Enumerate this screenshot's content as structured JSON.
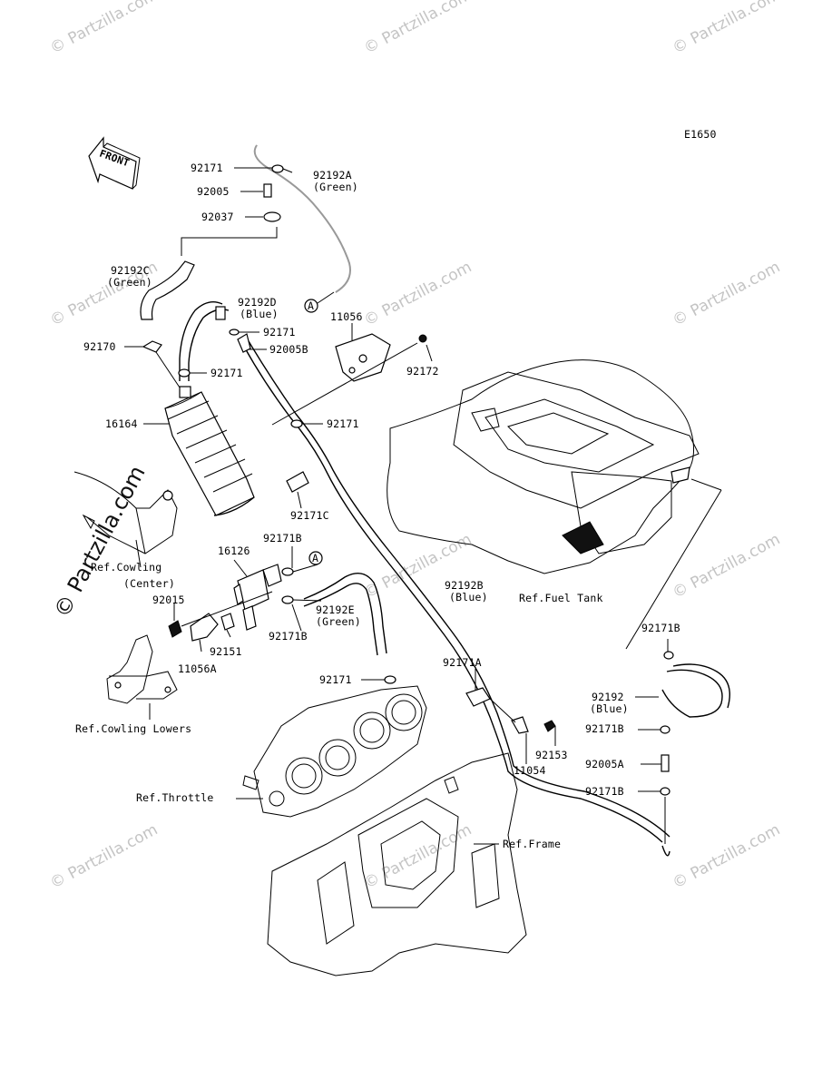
{
  "diagram_code": "E1650",
  "front_label": "FRONT",
  "circle_ref": "A",
  "watermark": "© Partzilla.com",
  "watermark_large": "© Partzilla.com",
  "labels": {
    "p92171_top": "92171",
    "p92192A": "92192A",
    "p92192A_color": "(Green)",
    "p92005": "92005",
    "p92037": "92037",
    "p92192C": "92192C",
    "p92192C_color": "(Green)",
    "p92192D": "92192D",
    "p92192D_color": "(Blue)",
    "p92171_mid": "92171",
    "p92005B": "92005B",
    "p11056": "11056",
    "p92172": "92172",
    "p92170": "92170",
    "p92171_can": "92171",
    "p16164": "16164",
    "p92171_hose": "92171",
    "p92171C": "92171C",
    "ref_cowling_center": "Ref.Cowling",
    "ref_cowling_center2": "(Center)",
    "p92171B_a": "92171B",
    "p16126": "16126",
    "p92015": "92015",
    "p92192E": "92192E",
    "p92192E_color": "(Green)",
    "p92171B_b": "92171B",
    "p92151": "92151",
    "p11056A": "11056A",
    "p92192B": "92192B",
    "p92192B_color": "(Blue)",
    "ref_fuel_tank": "Ref.Fuel Tank",
    "p92171B_r": "92171B",
    "p92171_low": "92171",
    "p92171A": "92171A",
    "p92192": "92192",
    "p92192_color": "(Blue)",
    "ref_cowling_lowers": "Ref.Cowling Lowers",
    "p92171B_r2": "92171B",
    "p92153": "92153",
    "p92005A": "92005A",
    "p11054": "11054",
    "p92171B_r3": "92171B",
    "ref_throttle": "Ref.Throttle",
    "ref_frame": "Ref.Frame"
  },
  "colors": {
    "line": "#000000",
    "watermark": "#c4c4c4"
  }
}
